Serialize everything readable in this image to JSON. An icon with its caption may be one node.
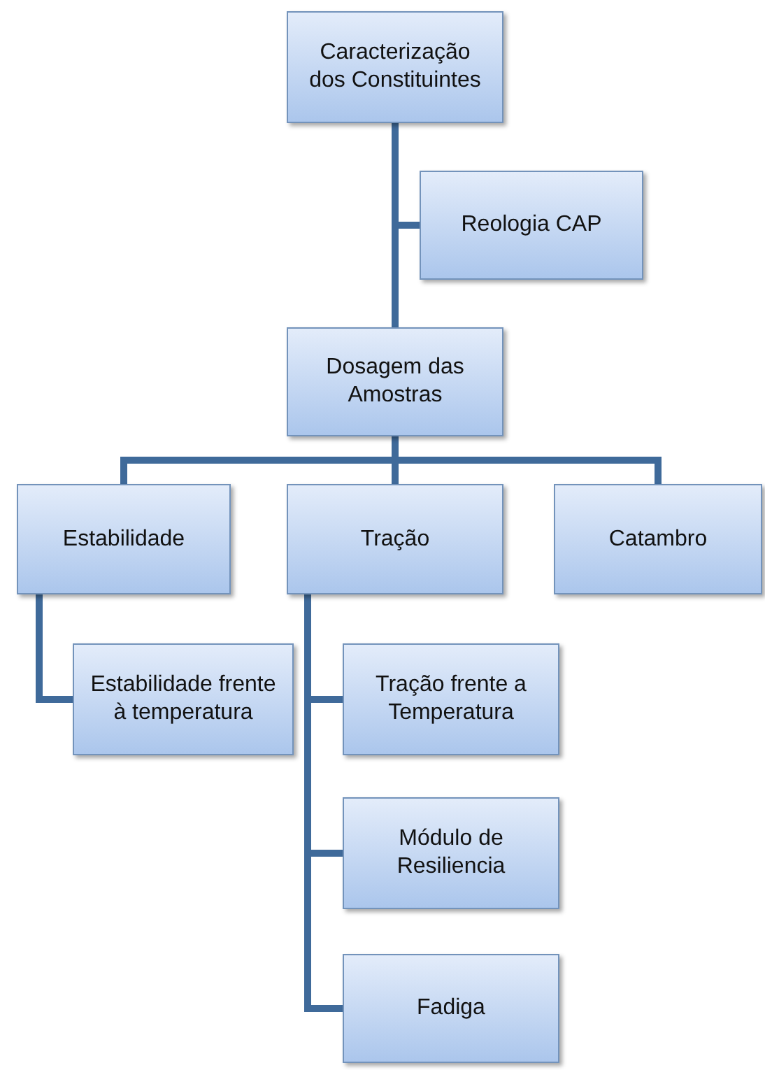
{
  "diagram": {
    "nodes": [
      {
        "text": [
          "Caracterização dos Constituintes"
        ]
      },
      {
        "text": [
          "Reologia CAP"
        ]
      },
      {
        "text": [
          "Dosagem das Amostras"
        ]
      },
      {
        "text": [
          "Estabilidade"
        ]
      },
      {
        "text": [
          "Tração"
        ]
      },
      {
        "text": [
          "Catambro"
        ]
      },
      {
        "text": [
          "Estabilidade frente à temperatura"
        ]
      },
      {
        "text": [
          "Tração frente a Temperatura"
        ]
      },
      {
        "text": [
          "Módulo de Resiliencia"
        ]
      },
      {
        "text": [
          "Fadiga"
        ]
      }
    ],
    "edges": [
      {
        "from": 0,
        "to": 1,
        "arrow": "none"
      },
      {
        "from": 0,
        "to": 2,
        "arrow": "none"
      },
      {
        "from": 2,
        "to": 3,
        "arrow": "none"
      },
      {
        "from": 2,
        "to": 4,
        "arrow": "none"
      },
      {
        "from": 2,
        "to": 5,
        "arrow": "none"
      },
      {
        "from": 3,
        "to": 6,
        "arrow": "none"
      },
      {
        "from": 4,
        "to": 7,
        "arrow": "none"
      },
      {
        "from": 4,
        "to": 8,
        "arrow": "none"
      },
      {
        "from": 4,
        "to": 9,
        "arrow": "none"
      }
    ]
  }
}
